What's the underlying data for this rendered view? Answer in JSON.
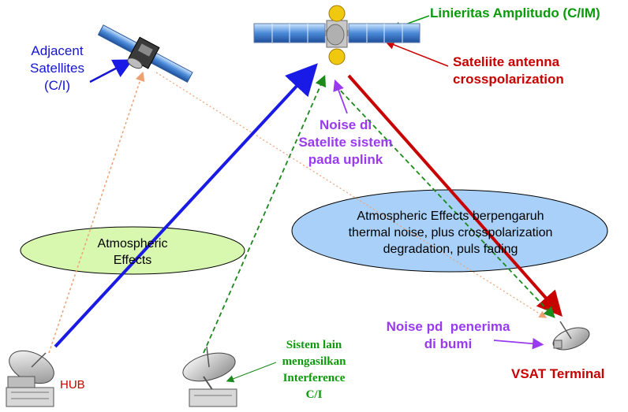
{
  "labels": {
    "adjacent_satellites": "Adjacent\nSatellites\n(C/I)",
    "linieritas": "Linieritas Amplitudo (C/IM)",
    "sat_antenna": "Sateliite antenna\ncrosspolarization",
    "noise_uplink": "Noise di\nSatelite sistem\npada uplink",
    "atm_effects_left": "Atmospheric\nEffects",
    "atm_effects_right": "Atmospheric Effects berpengaruh\nthermal noise, plus crosspolarization\ndegradation, puls fading",
    "noise_receiver": "Noise pd  penerima\ndi bumi",
    "hub": "HUB",
    "vsat": "VSAT Terminal",
    "sistem_lain": "Sistem lain\nmengasilkan\nInterference\nC/I"
  },
  "colors": {
    "blue_label": "#1414d2",
    "green_label": "#0a9a0a",
    "red_label": "#c80000",
    "purple_label": "#9a3af0",
    "uplink_blue": "#1a1ae6",
    "downlink_red": "#c80000",
    "interference_green": "#1a8a1a",
    "adjacent_orange": "#f0a070",
    "ellipse_left_fill": "#d8f8b0",
    "ellipse_right_fill": "#a8d0f8",
    "panel_blue": "#4a8ad8",
    "body_yellow": "#f0c810"
  },
  "icons": [
    "main-satellite-icon",
    "adjacent-satellite-icon",
    "hub-dish-icon",
    "interference-dish-icon",
    "vsat-dish-icon"
  ]
}
